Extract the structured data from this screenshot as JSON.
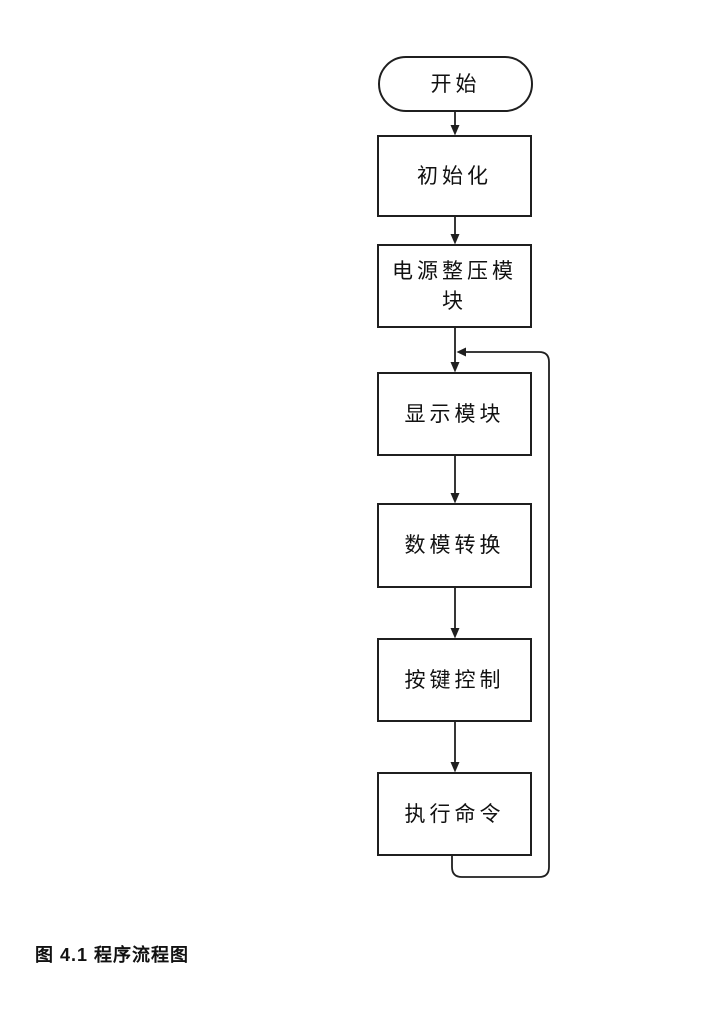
{
  "flowchart": {
    "start": {
      "label": "开始"
    },
    "nodes": [
      {
        "id": "init",
        "label": "初始化"
      },
      {
        "id": "power",
        "label": "电源整压模块"
      },
      {
        "id": "display",
        "label": "显示模块"
      },
      {
        "id": "dac",
        "label": "数模转换"
      },
      {
        "id": "key",
        "label": "按键控制"
      },
      {
        "id": "exec",
        "label": "执行命令"
      }
    ],
    "caption": "图 4.1 程序流程图",
    "line_color": "#1f1f1f",
    "background_color": "#ffffff"
  }
}
